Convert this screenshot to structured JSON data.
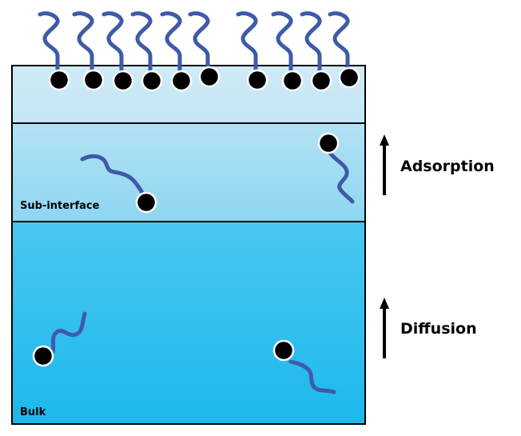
{
  "diagram": {
    "regions": [
      {
        "id": "interface",
        "label": "",
        "color_top": "#cfeaf6",
        "color_bottom": "#c3e6f4"
      },
      {
        "id": "sub-interface",
        "label": "Sub-interface",
        "color_top": "#b3e2f4",
        "color_bottom": "#8ed6f1"
      },
      {
        "id": "bulk",
        "label": "Bulk",
        "color_top": "#49c7f0",
        "color_bottom": "#1db8ec"
      }
    ],
    "processes": [
      {
        "id": "adsorption",
        "label": "Adsorption",
        "direction": "up"
      },
      {
        "id": "diffusion",
        "label": "Diffusion",
        "direction": "up"
      }
    ],
    "surfactant": {
      "head_color": "#000000",
      "head_outline": "#ffffff",
      "tail_color": "#3f5aa8",
      "adsorbed_count": 10,
      "sub_interface_count": 2,
      "bulk_count": 2
    }
  }
}
